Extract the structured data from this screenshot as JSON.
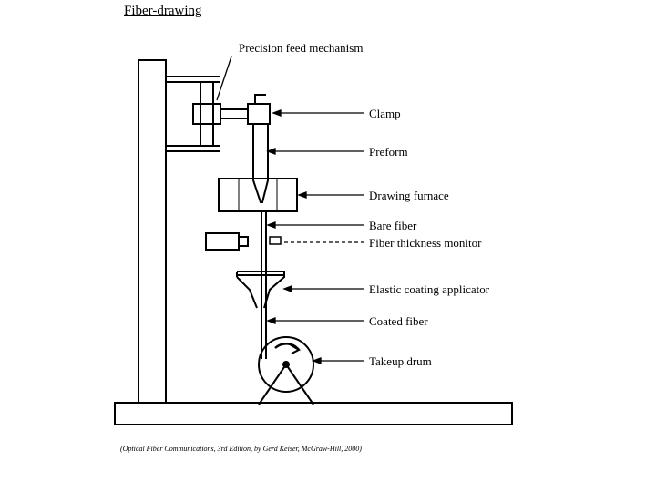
{
  "title": "Fiber-drawing",
  "labels": {
    "feed": "Precision feed mechanism",
    "clamp": "Clamp",
    "preform": "Preform",
    "furnace": "Drawing furnace",
    "bare_fiber": "Bare fiber",
    "thickness_monitor": "Fiber thickness monitor",
    "coating_applicator": "Elastic coating applicator",
    "coated_fiber": "Coated fiber",
    "takeup_drum": "Takeup drum"
  },
  "credit": "(Optical Fiber Communications, 3rd Edition, by Gerd Keiser, McGraw-Hill, 2000)"
}
